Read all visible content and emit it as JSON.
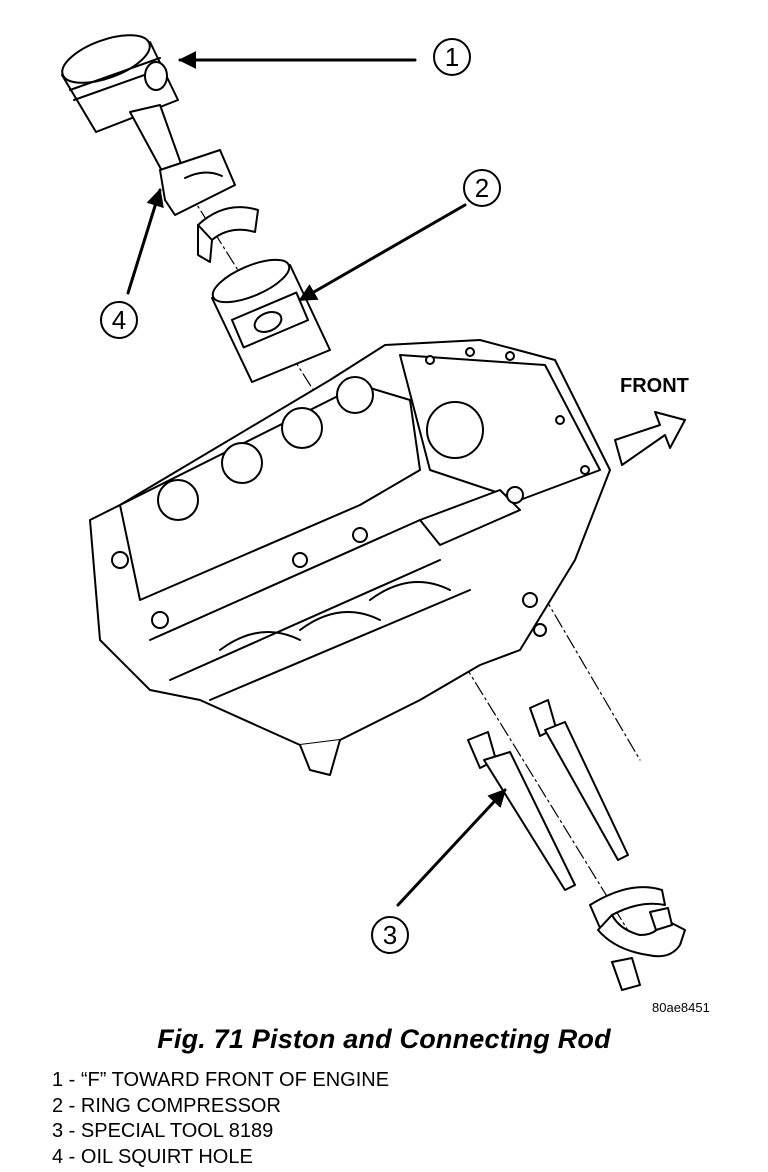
{
  "figure": {
    "caption": "Fig. 71 Piston and Connecting Rod",
    "image_code": "80ae8451",
    "direction_label": "FRONT"
  },
  "callouts": [
    {
      "number": "1"
    },
    {
      "number": "2"
    },
    {
      "number": "3"
    },
    {
      "number": "4"
    }
  ],
  "legend": [
    "1 - “F” TOWARD FRONT OF ENGINE",
    "2 - RING COMPRESSOR",
    "3 - SPECIAL TOOL 8189",
    "4 - OIL SQUIRT HOLE"
  ],
  "colors": {
    "line": "#000000",
    "background": "#ffffff"
  }
}
